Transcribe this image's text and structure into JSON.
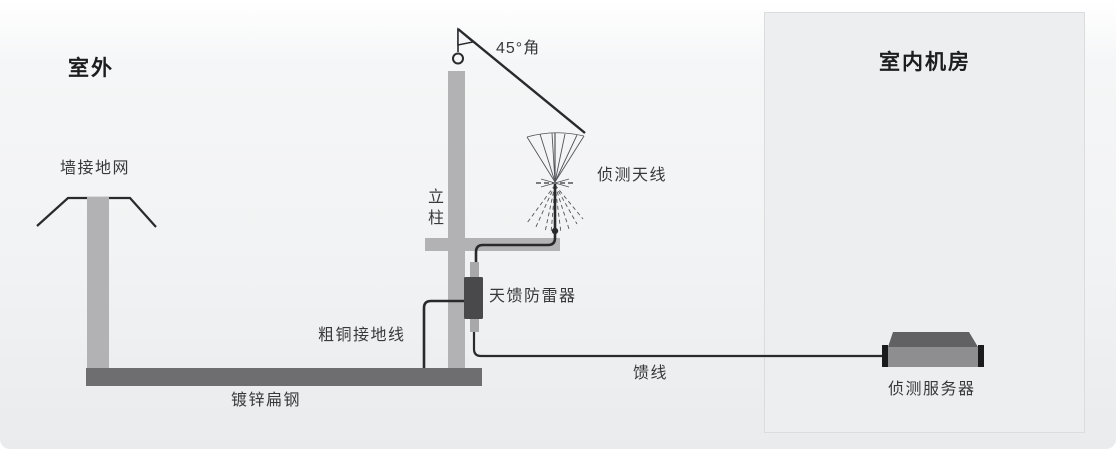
{
  "diagram": {
    "headers": {
      "outdoor": "室外",
      "indoor_room": "室内机房"
    },
    "labels": {
      "wall_ground_grid": "墙接地网",
      "pole": "立柱",
      "angle": "45°角",
      "detect_antenna": "侦测天线",
      "feeder_arrester": "天馈防雷器",
      "copper_ground_wire": "粗铜接地线",
      "galvanized_flat_steel": "镀锌扁钢",
      "feeder_line": "馈线",
      "detect_server": "侦测服务器"
    },
    "colors": {
      "pole_gray": "#b2b2b4",
      "ground_bar_gray": "#6e6e70",
      "arrester_body": "#49494b",
      "arrester_stub": "#a8a8aa",
      "server_front": "#8e8e90",
      "server_top": "#616163",
      "server_cap": "#1b1b1d",
      "cable_dark": "#2a2a2c",
      "indoor_panel_bg": "#eceef0"
    }
  }
}
